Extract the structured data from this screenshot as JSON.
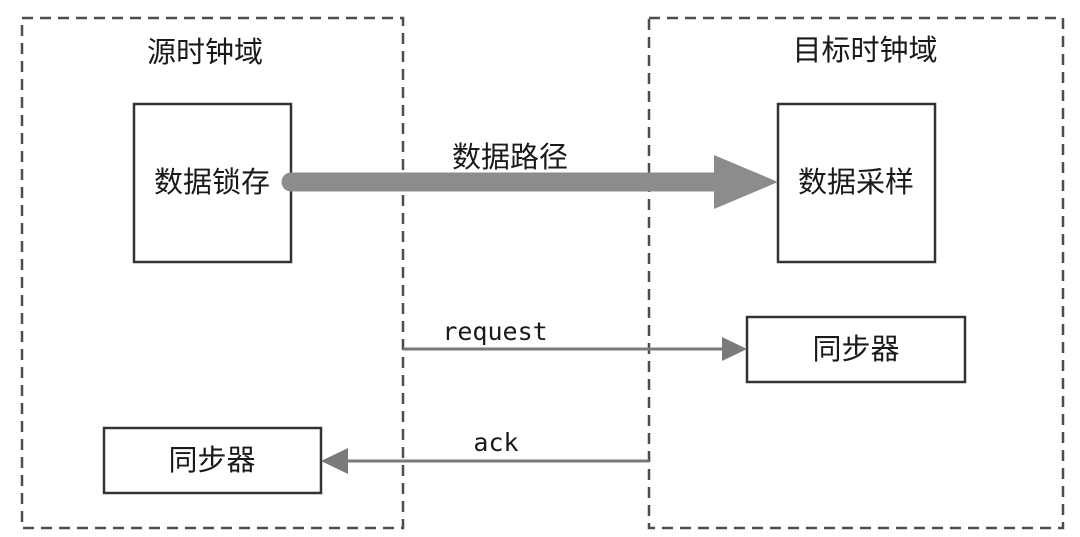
{
  "source_domain": {
    "label": "源时钟域"
  },
  "target_domain": {
    "label": "目标时钟域"
  },
  "blocks": {
    "data_latch": "数据锁存",
    "data_sample": "数据采样",
    "target_sync": "同步器",
    "source_sync": "同步器"
  },
  "signals": {
    "data_path": "数据路径",
    "request": "request",
    "ack": "ack"
  },
  "colors": {
    "line": "#444444",
    "dash": "#4d4d4d",
    "data_arrow": "#8c8c8c",
    "signal_arrow": "#7a7a7a",
    "text": "#1a1a1a"
  }
}
